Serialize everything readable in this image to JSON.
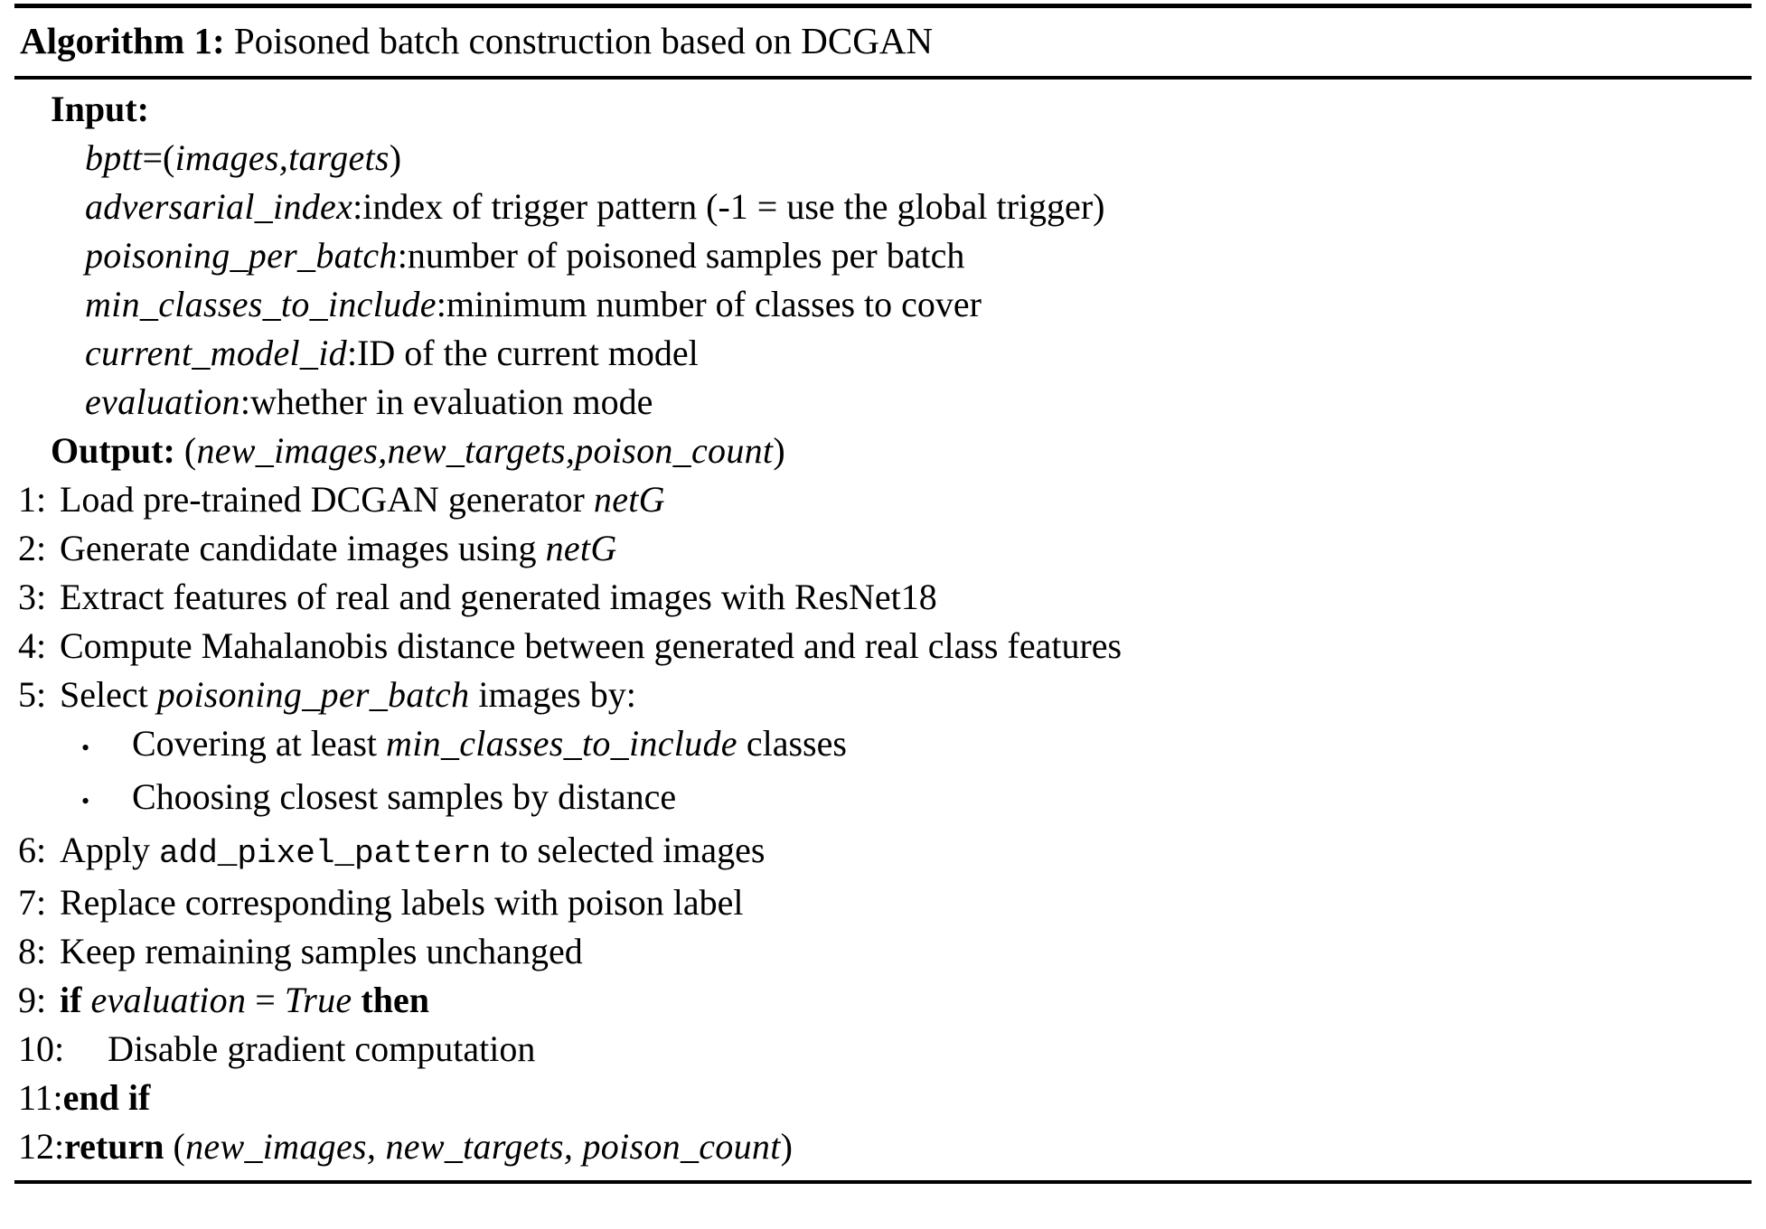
{
  "algorithm": {
    "label": "Algorithm 1:",
    "title": "Poisoned batch construction based on DCGAN",
    "input_heading": "Input:",
    "output_heading": "Output:",
    "inputs": [
      {
        "var": "bptt",
        "sep": " = ",
        "value": "(images, targets)",
        "open_paren": "(",
        "v1": "images",
        "comma": ", ",
        "v2": "targets",
        "close_paren": ")"
      },
      {
        "var": "adversarial_index",
        "sep": ": ",
        "desc": "index of trigger pattern (-1 = use the global trigger)"
      },
      {
        "var": "poisoning_per_batch",
        "sep": ": ",
        "desc": "number of poisoned samples per batch"
      },
      {
        "var": "min_classes_to_include",
        "sep": ": ",
        "desc": "minimum number of classes to cover"
      },
      {
        "var": "current_model_id",
        "sep": ": ",
        "desc": "ID of the current model"
      },
      {
        "var": "evaluation",
        "sep": ": ",
        "desc": "whether in evaluation mode"
      }
    ],
    "output": {
      "open_paren": "(",
      "v1": "new_images",
      "comma1": ", ",
      "v2": "new_targets",
      "comma2": ", ",
      "v3": "poison_count",
      "close_paren": ")"
    },
    "steps": [
      {
        "num": "1:",
        "pre": "Load pre-trained DCGAN generator ",
        "var": "netG",
        "post": ""
      },
      {
        "num": "2:",
        "pre": "Generate candidate images using ",
        "var": "netG",
        "post": ""
      },
      {
        "num": "3:",
        "pre": "Extract features of real and generated images with ResNet18",
        "var": "",
        "post": ""
      },
      {
        "num": "4:",
        "pre": "Compute Mahalanobis distance between generated and real class features",
        "var": "",
        "post": ""
      },
      {
        "num": "5:",
        "pre": "Select ",
        "var": "poisoning_per_batch",
        "post": " images by:"
      }
    ],
    "bullets": [
      {
        "marker": "•",
        "pre": "Covering at least ",
        "var": "min_classes_to_include",
        "post": " classes"
      },
      {
        "marker": "•",
        "pre": "Choosing closest samples by distance",
        "var": "",
        "post": ""
      }
    ],
    "steps2": [
      {
        "num": "6:",
        "pre": "Apply ",
        "mono": "add_pixel_pattern",
        "post": " to selected images"
      },
      {
        "num": "7:",
        "pre": "Replace corresponding labels with poison label",
        "mono": "",
        "post": ""
      },
      {
        "num": "8:",
        "pre": "Keep remaining samples unchanged",
        "mono": "",
        "post": ""
      }
    ],
    "if_step": {
      "num": "9:",
      "kw_if": "if",
      "cond_var": "evaluation",
      "eq": " = ",
      "cond_val": "True",
      "kw_then": "then"
    },
    "body_step": {
      "num": "10:",
      "text": "Disable gradient computation"
    },
    "end_step": {
      "num": "11:",
      "kw": "end if"
    },
    "return_step": {
      "num": "12:",
      "kw": "return",
      "open_paren": "(",
      "v1": "new_images",
      "comma1": ", ",
      "v2": "new_targets",
      "comma2": ", ",
      "v3": "poison_count",
      "close_paren": ")"
    }
  },
  "colors": {
    "text": "#000000",
    "background": "#ffffff",
    "rule": "#000000"
  }
}
